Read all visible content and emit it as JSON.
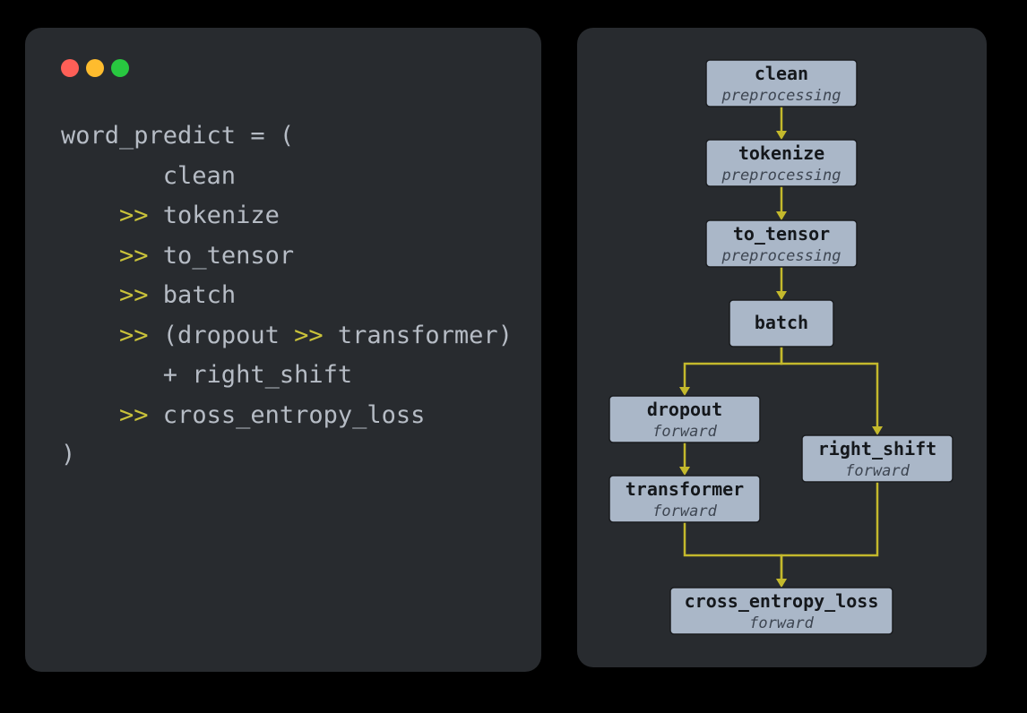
{
  "window_controls": {
    "colors": {
      "close": "#fe5f57",
      "minimize": "#febc2e",
      "maximize": "#28c840"
    }
  },
  "code": {
    "lines": [
      [
        {
          "t": "text",
          "v": "word_predict = ("
        }
      ],
      [
        {
          "t": "text",
          "v": "       clean"
        }
      ],
      [
        {
          "t": "op",
          "v": "    >>"
        },
        {
          "t": "text",
          "v": " tokenize"
        }
      ],
      [
        {
          "t": "op",
          "v": "    >>"
        },
        {
          "t": "text",
          "v": " to_tensor"
        }
      ],
      [
        {
          "t": "op",
          "v": "    >>"
        },
        {
          "t": "text",
          "v": " batch"
        }
      ],
      [
        {
          "t": "op",
          "v": "    >>"
        },
        {
          "t": "text",
          "v": " (dropout "
        },
        {
          "t": "op",
          "v": ">>"
        },
        {
          "t": "text",
          "v": " transformer)"
        }
      ],
      [
        {
          "t": "text",
          "v": "       + right_shift"
        }
      ],
      [
        {
          "t": "op",
          "v": "    >>"
        },
        {
          "t": "text",
          "v": " cross_entropy_loss"
        }
      ],
      [
        {
          "t": "text",
          "v": ")"
        }
      ]
    ],
    "colors": {
      "text": "#b6bcc5",
      "operator": "#c9c23a",
      "background": "#282b2f"
    }
  },
  "graph": {
    "nodes": [
      {
        "id": "clean",
        "name": "clean",
        "tag": "preprocessing"
      },
      {
        "id": "tokenize",
        "name": "tokenize",
        "tag": "preprocessing"
      },
      {
        "id": "to_tensor",
        "name": "to_tensor",
        "tag": "preprocessing"
      },
      {
        "id": "batch",
        "name": "batch",
        "tag": ""
      },
      {
        "id": "dropout",
        "name": "dropout",
        "tag": "forward"
      },
      {
        "id": "transformer",
        "name": "transformer",
        "tag": "forward"
      },
      {
        "id": "right_shift",
        "name": "right_shift",
        "tag": "forward"
      },
      {
        "id": "cross_entropy_loss",
        "name": "cross_entropy_loss",
        "tag": "forward"
      }
    ],
    "edges": [
      {
        "from": "clean",
        "to": "tokenize"
      },
      {
        "from": "tokenize",
        "to": "to_tensor"
      },
      {
        "from": "to_tensor",
        "to": "batch"
      },
      {
        "from": "batch",
        "to": "dropout"
      },
      {
        "from": "batch",
        "to": "right_shift"
      },
      {
        "from": "dropout",
        "to": "transformer"
      },
      {
        "from": "transformer",
        "to": "cross_entropy_loss"
      },
      {
        "from": "right_shift",
        "to": "cross_entropy_loss"
      }
    ],
    "colors": {
      "node_fill": "#aab7c8",
      "edge": "#c4b92c",
      "background": "#282b2f"
    }
  }
}
